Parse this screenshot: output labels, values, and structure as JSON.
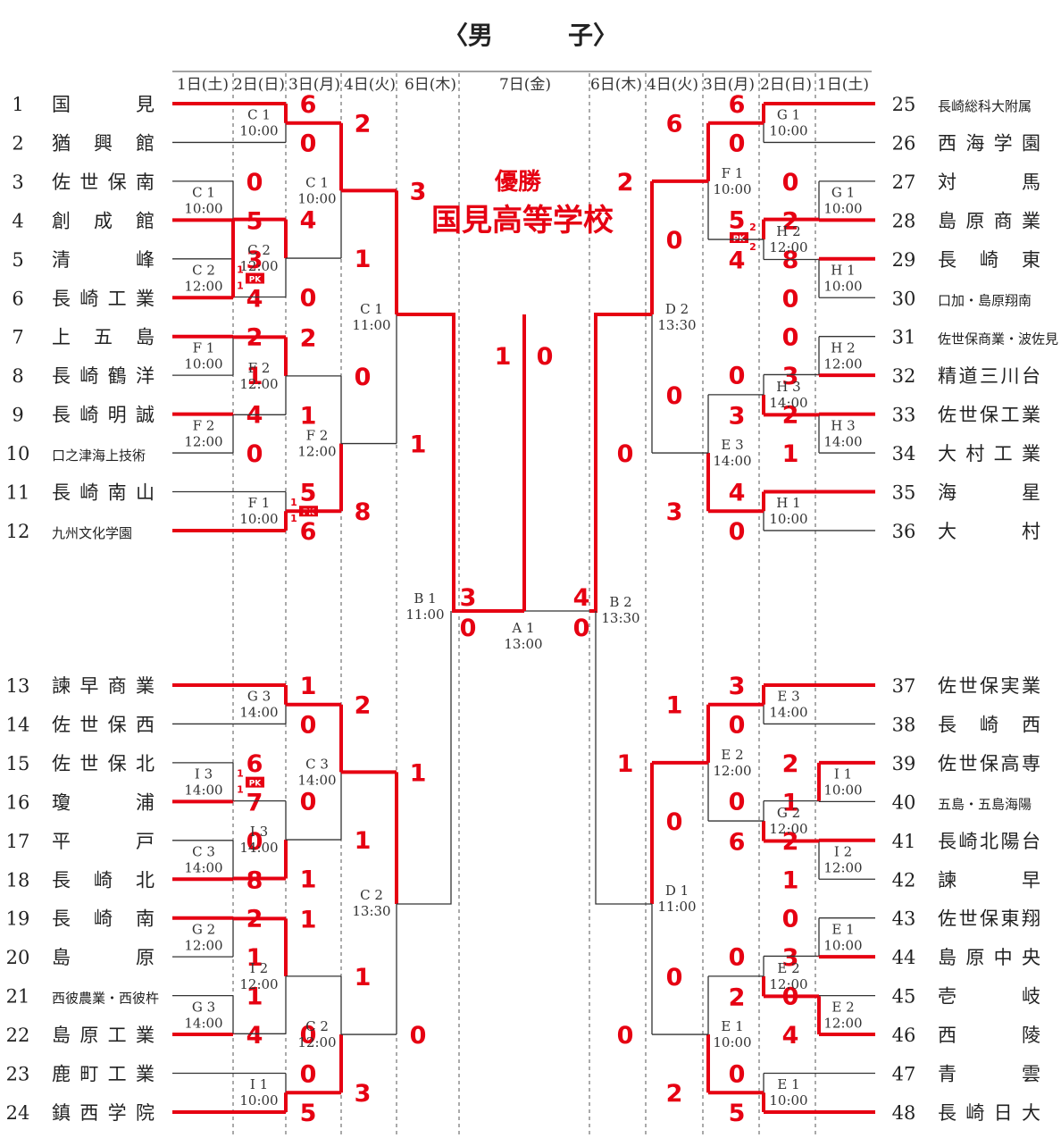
{
  "title": "〈男　　　子〉",
  "champion": {
    "label": "優勝",
    "school": "国見高等学校"
  },
  "final_score": {
    "left": "1",
    "right": "0"
  },
  "colors": {
    "winner": "#e60012",
    "line": "#333333",
    "text": "#222222"
  },
  "header_left": [
    "1日(土)",
    "2日(日)",
    "3日(月)",
    "4日(火)",
    "6日(木)"
  ],
  "header_center": "7日(金)",
  "header_right": [
    "6日(木)",
    "4日(火)",
    "3日(月)",
    "2日(日)",
    "1日(土)"
  ],
  "left_teams": [
    {
      "n": "1",
      "name": "国　　見"
    },
    {
      "n": "2",
      "name": "猶 興 館"
    },
    {
      "n": "3",
      "name": "佐世保南"
    },
    {
      "n": "4",
      "name": "創 成 館"
    },
    {
      "n": "5",
      "name": "清　　峰"
    },
    {
      "n": "6",
      "name": "長崎工業"
    },
    {
      "n": "7",
      "name": "上 五 島"
    },
    {
      "n": "8",
      "name": "長崎鶴洋"
    },
    {
      "n": "9",
      "name": "長崎明誠"
    },
    {
      "n": "10",
      "name": "口之津海上技術"
    },
    {
      "n": "11",
      "name": "長崎南山"
    },
    {
      "n": "12",
      "name": "九州文化学園"
    },
    {
      "n": "13",
      "name": "諫早商業"
    },
    {
      "n": "14",
      "name": "佐世保西"
    },
    {
      "n": "15",
      "name": "佐世保北"
    },
    {
      "n": "16",
      "name": "瓊　　浦"
    },
    {
      "n": "17",
      "name": "平　　戸"
    },
    {
      "n": "18",
      "name": "長 崎 北"
    },
    {
      "n": "19",
      "name": "長 崎 南"
    },
    {
      "n": "20",
      "name": "島　　原"
    },
    {
      "n": "21",
      "name": "西彼農業・西彼杵"
    },
    {
      "n": "22",
      "name": "島原工業"
    },
    {
      "n": "23",
      "name": "鹿町工業"
    },
    {
      "n": "24",
      "name": "鎮西学院"
    }
  ],
  "right_teams": [
    {
      "n": "25",
      "name": "長崎総科大附属"
    },
    {
      "n": "26",
      "name": "西海学園"
    },
    {
      "n": "27",
      "name": "対　　馬"
    },
    {
      "n": "28",
      "name": "島原商業"
    },
    {
      "n": "29",
      "name": "長 崎 東"
    },
    {
      "n": "30",
      "name": "口加・島原翔南"
    },
    {
      "n": "31",
      "name": "佐世保商業・波佐見"
    },
    {
      "n": "32",
      "name": "精道三川台"
    },
    {
      "n": "33",
      "name": "佐世保工業"
    },
    {
      "n": "34",
      "name": "大村工業"
    },
    {
      "n": "35",
      "name": "海　　星"
    },
    {
      "n": "36",
      "name": "大　　村"
    },
    {
      "n": "37",
      "name": "佐世保実業"
    },
    {
      "n": "38",
      "name": "長 崎 西"
    },
    {
      "n": "39",
      "name": "佐世保高専"
    },
    {
      "n": "40",
      "name": "五島・五島海陽"
    },
    {
      "n": "41",
      "name": "長崎北陽台"
    },
    {
      "n": "42",
      "name": "諫　　早"
    },
    {
      "n": "43",
      "name": "佐世保東翔"
    },
    {
      "n": "44",
      "name": "島原中央"
    },
    {
      "n": "45",
      "name": "壱　　岐"
    },
    {
      "n": "46",
      "name": "西　　陵"
    },
    {
      "n": "47",
      "name": "青　　雲"
    },
    {
      "n": "48",
      "name": "長崎日大"
    }
  ],
  "matches": [
    {
      "side": "L",
      "round": 1,
      "a": 3,
      "b": 4,
      "venue": "C 1",
      "time": "10:00",
      "sa": "0",
      "sb": "5",
      "w": "b"
    },
    {
      "side": "L",
      "round": 1,
      "a": 5,
      "b": 6,
      "venue": "C 2",
      "time": "12:00",
      "sa": "3",
      "sb": "4",
      "w": "b",
      "pk": [
        "1",
        "1"
      ]
    },
    {
      "side": "L",
      "round": 1,
      "a": 7,
      "b": 8,
      "venue": "F 1",
      "time": "10:00",
      "sa": "2",
      "sb": "1",
      "w": "a"
    },
    {
      "side": "L",
      "round": 1,
      "a": 9,
      "b": 10,
      "venue": "F 2",
      "time": "12:00",
      "sa": "4",
      "sb": "0",
      "w": "a"
    },
    {
      "side": "L",
      "round": 1,
      "a": 15,
      "b": 16,
      "venue": "I 3",
      "time": "14:00",
      "sa": "6",
      "sb": "7",
      "w": "b",
      "pk": [
        "1",
        "1"
      ]
    },
    {
      "side": "L",
      "round": 1,
      "a": 17,
      "b": 18,
      "venue": "C 3",
      "time": "14:00",
      "sa": "0",
      "sb": "8",
      "w": "b"
    },
    {
      "side": "L",
      "round": 1,
      "a": 19,
      "b": 20,
      "venue": "G 2",
      "time": "12:00",
      "sa": "2",
      "sb": "1",
      "w": "a"
    },
    {
      "side": "L",
      "round": 1,
      "a": 21,
      "b": 22,
      "venue": "G 3",
      "time": "14:00",
      "sa": "1",
      "sb": "4",
      "w": "b"
    },
    {
      "side": "L",
      "round": 2,
      "a": 1,
      "b": 2,
      "venue": "C 1",
      "time": "10:00",
      "sa": "6",
      "sb": "0",
      "w": "a"
    },
    {
      "side": "L",
      "round": 2,
      "a": "4",
      "b": "6",
      "venue": "C 2",
      "time": "12:00",
      "sa": "4",
      "sb": "0",
      "w": "a"
    },
    {
      "side": "L",
      "round": 2,
      "a": "7",
      "b": "9",
      "venue": "F 2",
      "time": "12:00",
      "sa": "2",
      "sb": "1",
      "w": "a"
    },
    {
      "side": "L",
      "round": 2,
      "a": 11,
      "b": 12,
      "venue": "F 1",
      "time": "10:00",
      "sa": "5",
      "sb": "6",
      "w": "b",
      "pk": [
        "1",
        "1"
      ]
    },
    {
      "side": "L",
      "round": 2,
      "a": 13,
      "b": 14,
      "venue": "G 3",
      "time": "14:00",
      "sa": "1",
      "sb": "0",
      "w": "a"
    },
    {
      "side": "L",
      "round": 2,
      "a": "16",
      "b": "18",
      "venue": "I 3",
      "time": "14:00",
      "sa": "0",
      "sb": "1",
      "w": "b"
    },
    {
      "side": "L",
      "round": 2,
      "a": "19",
      "b": "22",
      "venue": "I 2",
      "time": "12:00",
      "sa": "1",
      "sb": "0",
      "w": "a"
    },
    {
      "side": "L",
      "round": 2,
      "a": 23,
      "b": 24,
      "venue": "I 1",
      "time": "10:00",
      "sa": "0",
      "sb": "5",
      "w": "b"
    }
  ],
  "venues": {
    "L3": [
      {
        "v": "C 1",
        "t": "10:00",
        "s": [
          "2",
          "1"
        ]
      },
      {
        "v": "F 2",
        "t": "12:00",
        "s": [
          "0",
          "8"
        ]
      },
      {
        "v": "C 3",
        "t": "14:00",
        "s": [
          "2",
          "1"
        ]
      },
      {
        "v": "C 2",
        "t": "12:00",
        "s": [
          "1",
          "3"
        ]
      }
    ],
    "L4": [
      {
        "v": "C 1",
        "t": "11:00",
        "s": [
          "3",
          "1"
        ]
      },
      {
        "v": "C 2",
        "t": "13:30",
        "s": [
          "1",
          "0"
        ]
      }
    ],
    "L5": {
      "v": "B 1",
      "t": "11:00",
      "s": [
        "3",
        "0"
      ]
    },
    "final": {
      "v": "A 1",
      "t": "13:00"
    },
    "R5": {
      "v": "B 2",
      "t": "13:30",
      "s": [
        "4",
        "0"
      ]
    },
    "R4": [
      {
        "v": "D 2",
        "t": "13:30",
        "s": [
          "2",
          "0"
        ]
      },
      {
        "v": "D 1",
        "t": "11:00",
        "s": [
          "1",
          "0"
        ]
      }
    ],
    "R3": [
      {
        "v": "F 1",
        "t": "10:00",
        "s": [
          "6",
          "0"
        ]
      },
      {
        "v": "E 3",
        "t": "14:00",
        "s": [
          "0",
          "3"
        ]
      },
      {
        "v": "E 2",
        "t": "12:00",
        "s": [
          "1",
          "0"
        ]
      },
      {
        "v": "E 1",
        "t": "10:00",
        "s": [
          "0",
          "2"
        ]
      }
    ],
    "R3pk": [
      "2",
      "2"
    ]
  },
  "right_matches": [
    {
      "pair": [
        25,
        26
      ],
      "venue": "G 1",
      "time": "10:00",
      "s": [
        "6",
        "0"
      ],
      "w": "a"
    },
    {
      "pair": [
        27,
        28
      ],
      "venue": "G 1",
      "time": "10:00",
      "s": [
        "0",
        "2"
      ],
      "w": "b"
    },
    {
      "pair": [
        29,
        30
      ],
      "venue": "H 1",
      "time": "10:00",
      "s": [
        "8",
        "0"
      ],
      "w": "a"
    },
    {
      "pair": [
        "28",
        "29"
      ],
      "venue": "H 2",
      "time": "12:00",
      "s": [
        "5",
        "4"
      ],
      "w": "a",
      "pk": [
        "2",
        "2"
      ]
    },
    {
      "pair": [
        31,
        32
      ],
      "venue": "H 2",
      "time": "12:00",
      "s": [
        "0",
        "3"
      ],
      "w": "b"
    },
    {
      "pair": [
        33,
        34
      ],
      "venue": "H 3",
      "time": "14:00",
      "s": [
        "2",
        "1"
      ],
      "w": "a"
    },
    {
      "pair": [
        "32",
        "33"
      ],
      "venue": "H 3",
      "time": "14:00",
      "s": [
        "0",
        "3"
      ],
      "w": "b"
    },
    {
      "pair": [
        35,
        36
      ],
      "venue": "H 1",
      "time": "10:00",
      "s": [
        "4",
        "0"
      ],
      "w": "a"
    },
    {
      "pair": [
        37,
        38
      ],
      "venue": "E 3",
      "time": "14:00",
      "s": [
        "3",
        "0"
      ],
      "w": "a"
    },
    {
      "pair": [
        39,
        40
      ],
      "venue": "I 1",
      "time": "10:00",
      "s": [
        "2",
        "1"
      ],
      "w": "a"
    },
    {
      "pair": [
        41,
        42
      ],
      "venue": "I 2",
      "time": "12:00",
      "s": [
        "2",
        "1"
      ],
      "w": "a"
    },
    {
      "pair": [
        "39",
        "41"
      ],
      "venue": "G 2",
      "time": "12:00",
      "s": [
        "0",
        "6"
      ],
      "w": "b"
    },
    {
      "pair": [
        43,
        44
      ],
      "venue": "E 1",
      "time": "10:00",
      "s": [
        "0",
        "3"
      ],
      "w": "b"
    },
    {
      "pair": [
        45,
        46
      ],
      "venue": "E 2",
      "time": "12:00",
      "s": [
        "0",
        "4"
      ],
      "w": "b"
    },
    {
      "pair": [
        "44",
        "46"
      ],
      "venue": "E 2",
      "time": "12:00",
      "s": [
        "0",
        "2"
      ],
      "w": "b"
    },
    {
      "pair": [
        47,
        48
      ],
      "venue": "E 1",
      "time": "10:00",
      "s": [
        "0",
        "5"
      ],
      "w": "b"
    }
  ]
}
